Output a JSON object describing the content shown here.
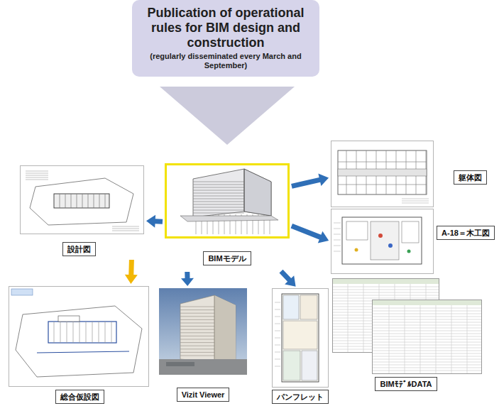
{
  "diagram": {
    "nodes": [
      {
        "text": [
          "Publication of operational rules for BIM design and construction",
          "(regularly disseminated every March and September)"
        ]
      },
      {
        "text": [
          "BIMモデル"
        ]
      },
      {
        "text": [
          "設計図"
        ]
      },
      {
        "text": [
          "総合仮設図"
        ]
      },
      {
        "text": [
          "Vizit Viewer"
        ]
      },
      {
        "text": [
          "パンフレット"
        ]
      },
      {
        "text": [
          "躯体図"
        ]
      },
      {
        "text": [
          "A-18＝木工図"
        ]
      },
      {
        "text": [
          "BIMﾓﾃﾞﾙDATA"
        ]
      }
    ],
    "edges": [
      {
        "from": 0,
        "to": 1,
        "arrow": "to"
      },
      {
        "from": 1,
        "to": 2,
        "arrow": "to"
      },
      {
        "from": 1,
        "to": 6,
        "arrow": "to"
      },
      {
        "from": 1,
        "to": 7,
        "arrow": "to"
      },
      {
        "from": 1,
        "to": 4,
        "arrow": "to"
      },
      {
        "from": 1,
        "to": 5,
        "arrow": "to"
      },
      {
        "from": 2,
        "to": 3,
        "arrow": "to"
      }
    ]
  }
}
